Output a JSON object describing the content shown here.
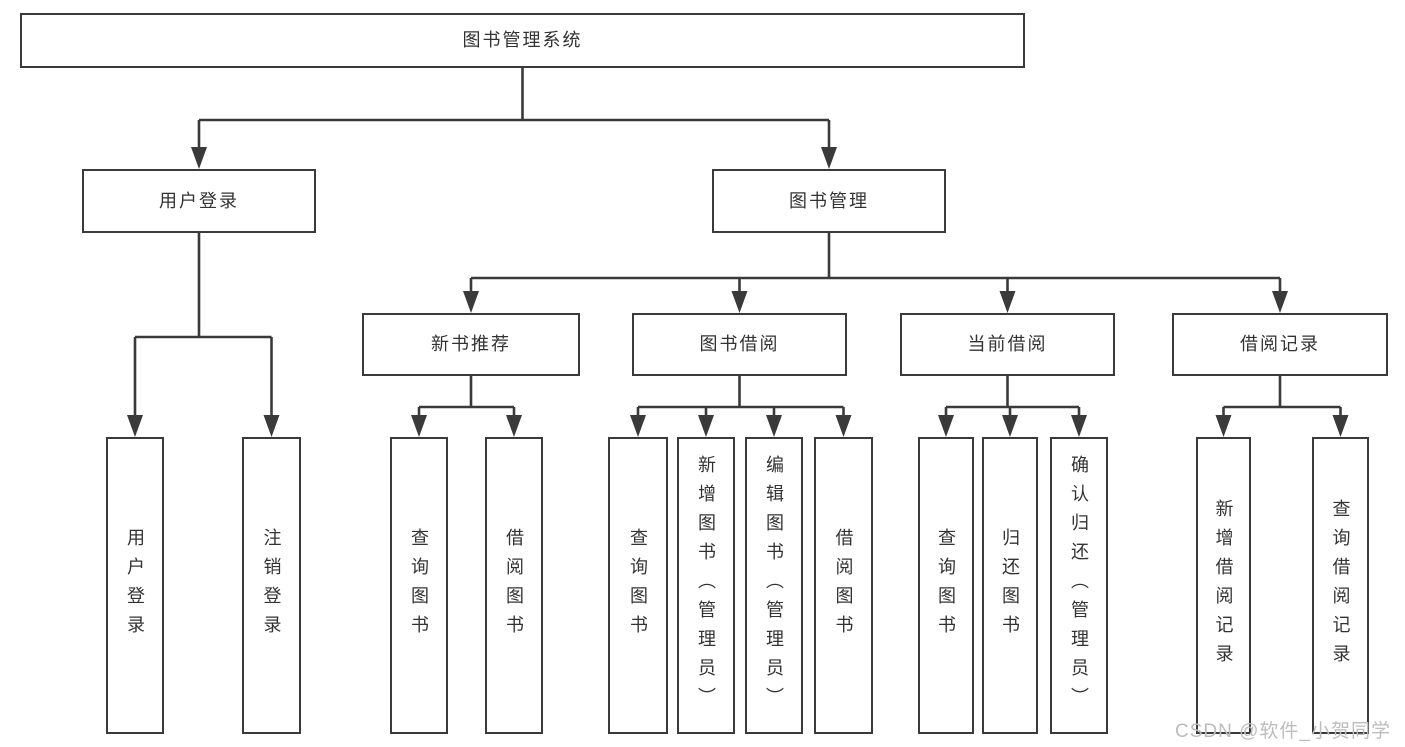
{
  "diagram_title": "图书管理系统",
  "watermark": "CSDN @软件_小贺同学",
  "colors": {
    "line": "#3a3a3a",
    "text": "#333333",
    "box_background": "#ffffff",
    "watermark": "#bdbdbd"
  },
  "nodes": [
    {
      "id": "root",
      "label": "图书管理系统",
      "parent": null,
      "vertical": false
    },
    {
      "id": "user-login",
      "label": "用户登录",
      "parent": "root",
      "vertical": false
    },
    {
      "id": "book-mgmt",
      "label": "图书管理",
      "parent": "root",
      "vertical": false
    },
    {
      "id": "login",
      "label": "用户登录",
      "parent": "user-login",
      "vertical": true
    },
    {
      "id": "logout",
      "label": "注销登录",
      "parent": "user-login",
      "vertical": true
    },
    {
      "id": "new-books",
      "label": "新书推荐",
      "parent": "book-mgmt",
      "vertical": false
    },
    {
      "id": "book-borrow",
      "label": "图书借阅",
      "parent": "book-mgmt",
      "vertical": false
    },
    {
      "id": "current-borrow",
      "label": "当前借阅",
      "parent": "book-mgmt",
      "vertical": false
    },
    {
      "id": "borrow-records",
      "label": "借阅记录",
      "parent": "book-mgmt",
      "vertical": false
    },
    {
      "id": "nb-query",
      "label": "查询图书",
      "parent": "new-books",
      "vertical": true
    },
    {
      "id": "nb-borrow",
      "label": "借阅图书",
      "parent": "new-books",
      "vertical": true
    },
    {
      "id": "bb-query",
      "label": "查询图书",
      "parent": "book-borrow",
      "vertical": true
    },
    {
      "id": "bb-add",
      "label": "新增图书（管理员）",
      "parent": "book-borrow",
      "vertical": true
    },
    {
      "id": "bb-edit",
      "label": "编辑图书（管理员）",
      "parent": "book-borrow",
      "vertical": true
    },
    {
      "id": "bb-borrow",
      "label": "借阅图书",
      "parent": "book-borrow",
      "vertical": true
    },
    {
      "id": "cb-query",
      "label": "查询图书",
      "parent": "current-borrow",
      "vertical": true
    },
    {
      "id": "cb-return",
      "label": "归还图书",
      "parent": "current-borrow",
      "vertical": true
    },
    {
      "id": "cb-confirm",
      "label": "确认归还（管理员）",
      "parent": "current-borrow",
      "vertical": true
    },
    {
      "id": "br-add",
      "label": "新增借阅记录",
      "parent": "borrow-records",
      "vertical": true
    },
    {
      "id": "br-query",
      "label": "查询借阅记录",
      "parent": "borrow-records",
      "vertical": true
    }
  ]
}
